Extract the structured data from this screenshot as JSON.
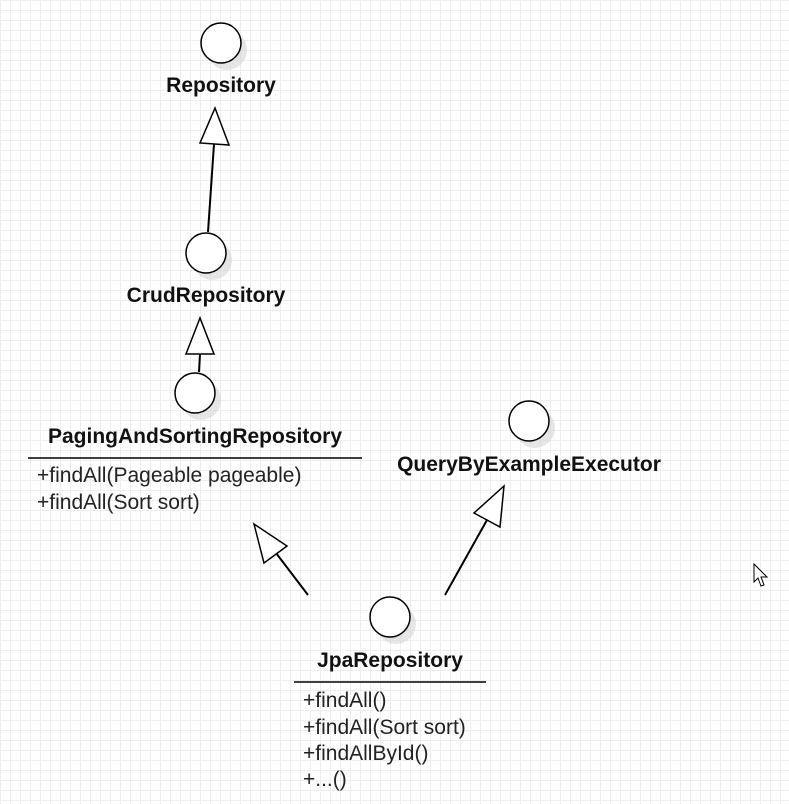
{
  "interfaces": {
    "repository": {
      "name": "Repository"
    },
    "crud": {
      "name": "CrudRepository"
    },
    "paging": {
      "name": "PagingAndSortingRepository",
      "methods": [
        "+findAll(Pageable pageable)",
        "+findAll(Sort sort)"
      ]
    },
    "qbe": {
      "name": "QueryByExampleExecutor"
    },
    "jpa": {
      "name": "JpaRepository",
      "methods": [
        "+findAll()",
        "+findAll(Sort sort)",
        "+findAllById()",
        "+...()"
      ]
    }
  },
  "colors": {
    "line": "#000000",
    "grid": "#eeeeee",
    "background": "#ffffff"
  }
}
